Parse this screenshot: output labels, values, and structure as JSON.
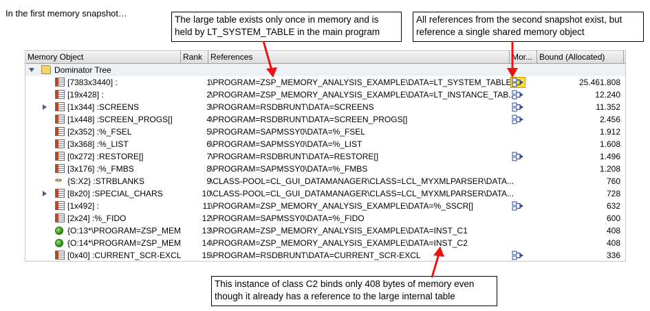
{
  "caption": "In the first memory snapshot…",
  "callouts": {
    "top_left": "The large table exists only once in memory and is held by LT_SYSTEM_TABLE  in the main program",
    "top_right": "All references from the second snapshot exist, but reference a single shared memory object",
    "bottom": "This instance of class C2 binds only 408 bytes of memory even though it already has a reference to the large internal table"
  },
  "columns": {
    "object": "Memory Object",
    "rank": "Rank",
    "references": "References",
    "more": "Mor...",
    "bound": "Bound (Allocated)"
  },
  "root": {
    "label": "Dominator Tree"
  },
  "rows": [
    {
      "object": "[7383x3440] :",
      "rank": "1",
      "reference": "\\PROGRAM=ZSP_MEMORY_ANALYSIS_EXAMPLE\\DATA=LT_SYSTEM_TABLE",
      "bound": "25.461.808",
      "icon": "table-icon",
      "expandable": false,
      "shared": true,
      "highlight": true
    },
    {
      "object": "[19x428] :",
      "rank": "2",
      "reference": "\\PROGRAM=ZSP_MEMORY_ANALYSIS_EXAMPLE\\DATA=LT_INSTANCE_TAB...",
      "bound": "12.240",
      "icon": "table-icon",
      "expandable": false,
      "shared": true,
      "highlight": false
    },
    {
      "object": "[1x344] :SCREENS",
      "rank": "3",
      "reference": "\\PROGRAM=RSDBRUNT\\DATA=SCREENS",
      "bound": "11.352",
      "icon": "table-icon",
      "expandable": true,
      "shared": true,
      "highlight": false
    },
    {
      "object": "[1x448] :SCREEN_PROGS[]",
      "rank": "4",
      "reference": "\\PROGRAM=RSDBRUNT\\DATA=SCREEN_PROGS[]",
      "bound": "2.456",
      "icon": "table-icon",
      "expandable": false,
      "shared": true,
      "highlight": false
    },
    {
      "object": "[2x352] :%_FSEL",
      "rank": "5",
      "reference": "\\PROGRAM=SAPMSSY0\\DATA=%_FSEL",
      "bound": "1.912",
      "icon": "table-icon",
      "expandable": false,
      "shared": false,
      "highlight": false
    },
    {
      "object": "[3x368] :%_LIST",
      "rank": "6",
      "reference": "\\PROGRAM=SAPMSSY0\\DATA=%_LIST",
      "bound": "1.608",
      "icon": "table-icon",
      "expandable": false,
      "shared": false,
      "highlight": false
    },
    {
      "object": "[0x272] :RESTORE[]",
      "rank": "7",
      "reference": "\\PROGRAM=RSDBRUNT\\DATA=RESTORE[]",
      "bound": "1.496",
      "icon": "table-icon",
      "expandable": false,
      "shared": true,
      "highlight": false
    },
    {
      "object": "[3x176] :%_FMBS",
      "rank": "8",
      "reference": "\\PROGRAM=SAPMSSY0\\DATA=%_FMBS",
      "bound": "1.208",
      "icon": "table-icon",
      "expandable": false,
      "shared": false,
      "highlight": false
    },
    {
      "object": "{S:X2} :STRBLANKS",
      "rank": "9",
      "reference": "\\CLASS-POOL=CL_GUI_DATAMANAGER\\CLASS=LCL_MYXMLPARSER\\DATA...",
      "bound": "760",
      "icon": "string-icon",
      "expandable": false,
      "shared": false,
      "highlight": false
    },
    {
      "object": "[8x20] :SPECIAL_CHARS",
      "rank": "10",
      "reference": "\\CLASS-POOL=CL_GUI_DATAMANAGER\\CLASS=LCL_MYXMLPARSER\\DATA...",
      "bound": "728",
      "icon": "table-icon",
      "expandable": true,
      "shared": false,
      "highlight": false
    },
    {
      "object": "[1x492] :",
      "rank": "11",
      "reference": "\\PROGRAM=ZSP_MEMORY_ANALYSIS_EXAMPLE\\DATA=%_SSCR[]",
      "bound": "632",
      "icon": "table-icon",
      "expandable": false,
      "shared": true,
      "highlight": false
    },
    {
      "object": "[2x24] :%_FIDO",
      "rank": "12",
      "reference": "\\PROGRAM=SAPMSSY0\\DATA=%_FIDO",
      "bound": "600",
      "icon": "table-icon",
      "expandable": false,
      "shared": false,
      "highlight": false
    },
    {
      "object": "{O:13*\\PROGRAM=ZSP_MEMO",
      "rank": "13",
      "reference": "\\PROGRAM=ZSP_MEMORY_ANALYSIS_EXAMPLE\\DATA=INST_C1",
      "bound": "408",
      "icon": "object-icon",
      "expandable": false,
      "shared": false,
      "highlight": false
    },
    {
      "object": "{O:14*\\PROGRAM=ZSP_MEMO",
      "rank": "14",
      "reference": "\\PROGRAM=ZSP_MEMORY_ANALYSIS_EXAMPLE\\DATA=INST_C2",
      "bound": "408",
      "icon": "object-icon",
      "expandable": false,
      "shared": false,
      "highlight": false
    },
    {
      "object": "[0x40] :CURRENT_SCR-EXCL",
      "rank": "15",
      "reference": "\\PROGRAM=RSDBRUNT\\DATA=CURRENT_SCR-EXCL",
      "bound": "336",
      "icon": "table-icon",
      "expandable": false,
      "shared": true,
      "highlight": false
    }
  ],
  "colors": {
    "arrow": "#ee1111",
    "header_bg": "#dcdcdc",
    "tree_line": "#4b5f86"
  }
}
